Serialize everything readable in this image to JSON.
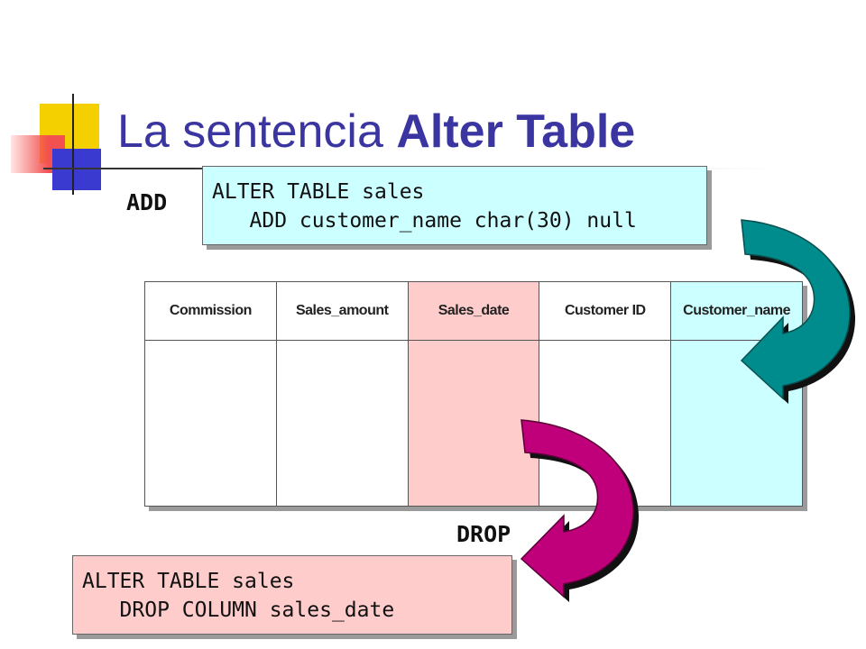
{
  "slide": {
    "title_normal": "La sentencia ",
    "title_bold": "Alter Table"
  },
  "add": {
    "label": "ADD",
    "code_line1": "ALTER TABLE sales",
    "code_line2": "   ADD customer_name char(30) null",
    "color": "#ccffff"
  },
  "drop": {
    "label": "DROP",
    "code_line1": "ALTER TABLE sales",
    "code_line2": "   DROP COLUMN sales_date",
    "color": "#ffcccc"
  },
  "table": {
    "columns": [
      "Commission",
      "Sales_amount",
      "Sales_date",
      "Customer ID",
      "Customer_name"
    ]
  },
  "colors": {
    "title": "#3a35a0",
    "add_arrow": "#008c8c",
    "drop_arrow": "#c0007a"
  }
}
